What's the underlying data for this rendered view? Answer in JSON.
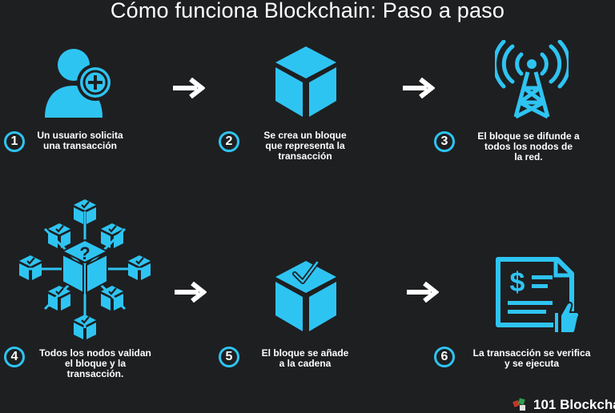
{
  "title": "Cómo funciona Blockchain: Paso a paso",
  "accent_color": "#2ec4f2",
  "steps": [
    {
      "number": "1",
      "caption": "Un usuario solicita\nuna transacción",
      "icon": "add-user-icon"
    },
    {
      "number": "2",
      "caption": "Se crea un bloque\nque representa la\ntransacción",
      "icon": "cube-block-icon"
    },
    {
      "number": "3",
      "caption": "El bloque se difunde a\ntodos los nodos de\nla red.",
      "icon": "broadcast-tower-icon"
    },
    {
      "number": "4",
      "caption": "Todos los nodos validan\nel bloque y la\ntransacción.",
      "icon": "node-network-icon"
    },
    {
      "number": "5",
      "caption": "El bloque se añade\na la cadena",
      "icon": "checked-block-icon"
    },
    {
      "number": "6",
      "caption": "La transacción se verifica\ny se ejecuta",
      "icon": "invoice-approved-icon"
    }
  ],
  "brand": {
    "name": "101 Blockchai",
    "icon": "blocks-logo-icon"
  }
}
